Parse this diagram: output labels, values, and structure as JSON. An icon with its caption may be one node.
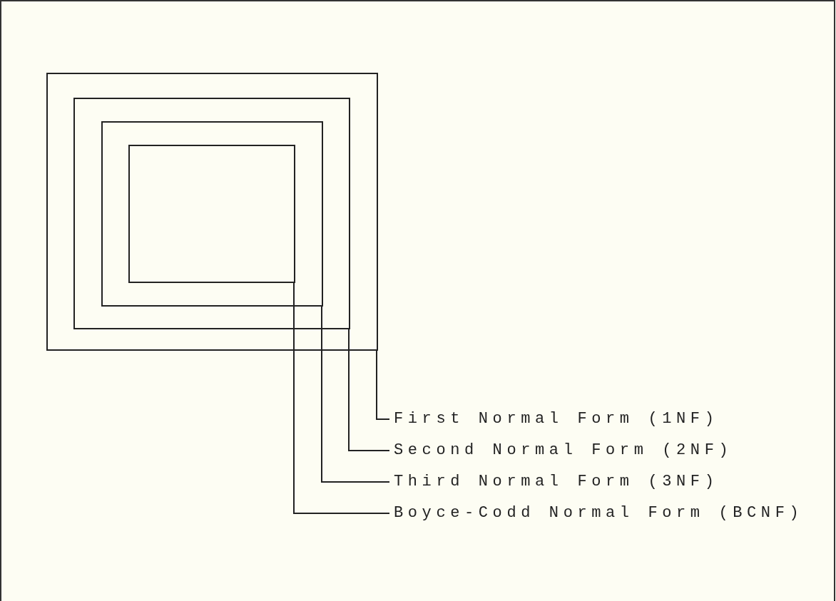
{
  "diagram": {
    "nodes": [
      {
        "text": [],
        "shape": "box"
      },
      {
        "text": [],
        "shape": "box",
        "in": 0
      },
      {
        "text": [],
        "shape": "box",
        "in": 1
      },
      {
        "text": [],
        "shape": "box",
        "in": 2
      },
      {
        "text": [
          "First Normal Form (1NF)"
        ]
      },
      {
        "text": [
          "Second Normal Form (2NF)"
        ]
      },
      {
        "text": [
          "Third Normal Form (3NF)"
        ]
      },
      {
        "text": [
          "Boyce-Codd Normal Form (BCNF)"
        ]
      }
    ],
    "edges": [
      {
        "from": 4,
        "to": 0,
        "arrow": "none"
      },
      {
        "from": 5,
        "to": 1,
        "arrow": "none"
      },
      {
        "from": 6,
        "to": 2,
        "arrow": "none"
      },
      {
        "from": 7,
        "to": 3,
        "arrow": "none"
      }
    ]
  }
}
